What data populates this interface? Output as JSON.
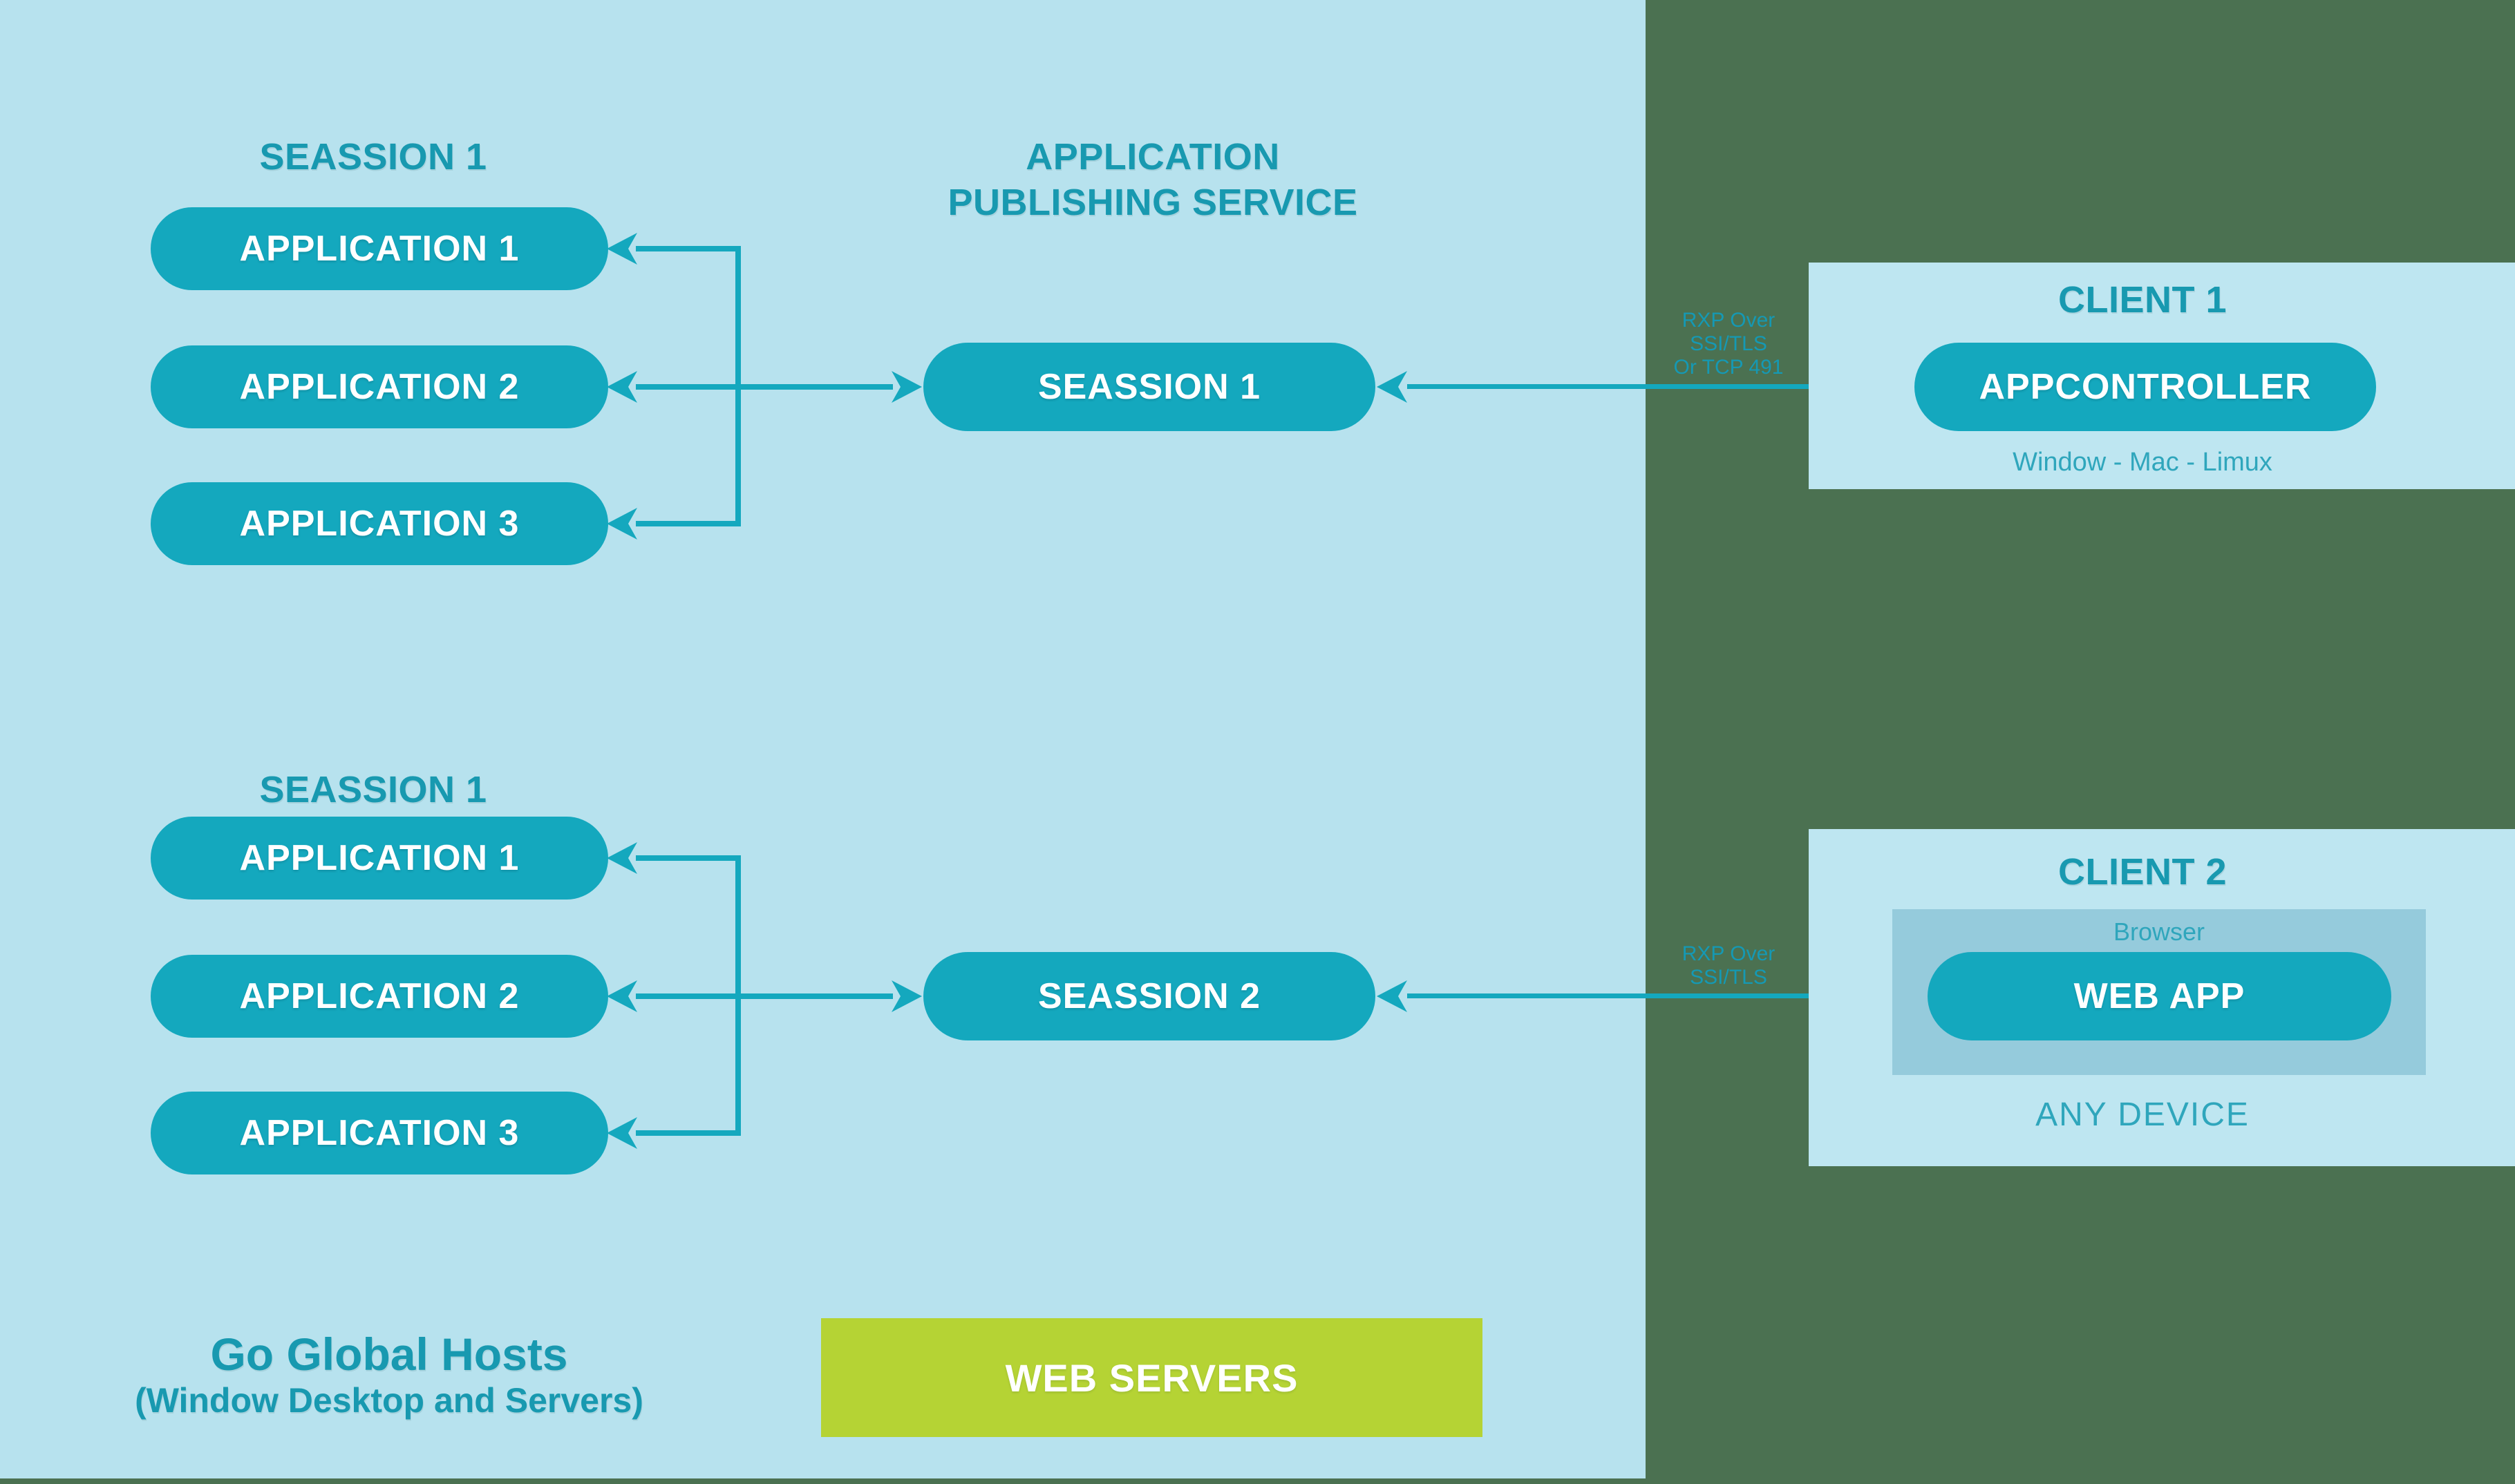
{
  "colors": {
    "bg": "#B7E2EE",
    "green": "#4B7151",
    "teal": "#14A8BE",
    "tealText": "#1899B0",
    "labelTeal": "#1599B4",
    "subtitleTeal": "#2FA6BC",
    "clientBox": "#BEE6F1",
    "browserPanel": "#95CBDC",
    "lime": "#B5D334",
    "pillText": "#FFFFFF"
  },
  "icons": {
    "arrowhead": "dart-triangle"
  },
  "hosts": {
    "groups": [
      {
        "heading": "SEASSION 1",
        "apps": [
          "APPLICATION 1",
          "APPLICATION 2",
          "APPLICATION 3"
        ]
      },
      {
        "heading": "SEASSION 1",
        "apps": [
          "APPLICATION 1",
          "APPLICATION 2",
          "APPLICATION 3"
        ]
      }
    ],
    "title": "Go Global Hosts",
    "subtitle": "(Window Desktop and Servers)"
  },
  "service": {
    "heading_line1": "APPLICATION",
    "heading_line2": "PUBLISHING SERVICE",
    "session_pills": [
      "SEASSION 1",
      "SEASSION 2"
    ]
  },
  "links": {
    "top": {
      "lines": [
        "RXP Over",
        "SSI/TLS",
        "Or TCP 491"
      ]
    },
    "bottom": {
      "lines": [
        "RXP Over",
        "SSI/TLS"
      ]
    }
  },
  "clients": [
    {
      "title": "CLIENT 1",
      "pill": "APPCONTROLLER",
      "subtitle": "Window - Mac - Limux"
    },
    {
      "title": "CLIENT 2",
      "browser_label": "Browser",
      "pill": "WEB APP",
      "subtitle": "ANY DEVICE"
    }
  ],
  "web_servers": {
    "label": "WEB SERVERS"
  }
}
